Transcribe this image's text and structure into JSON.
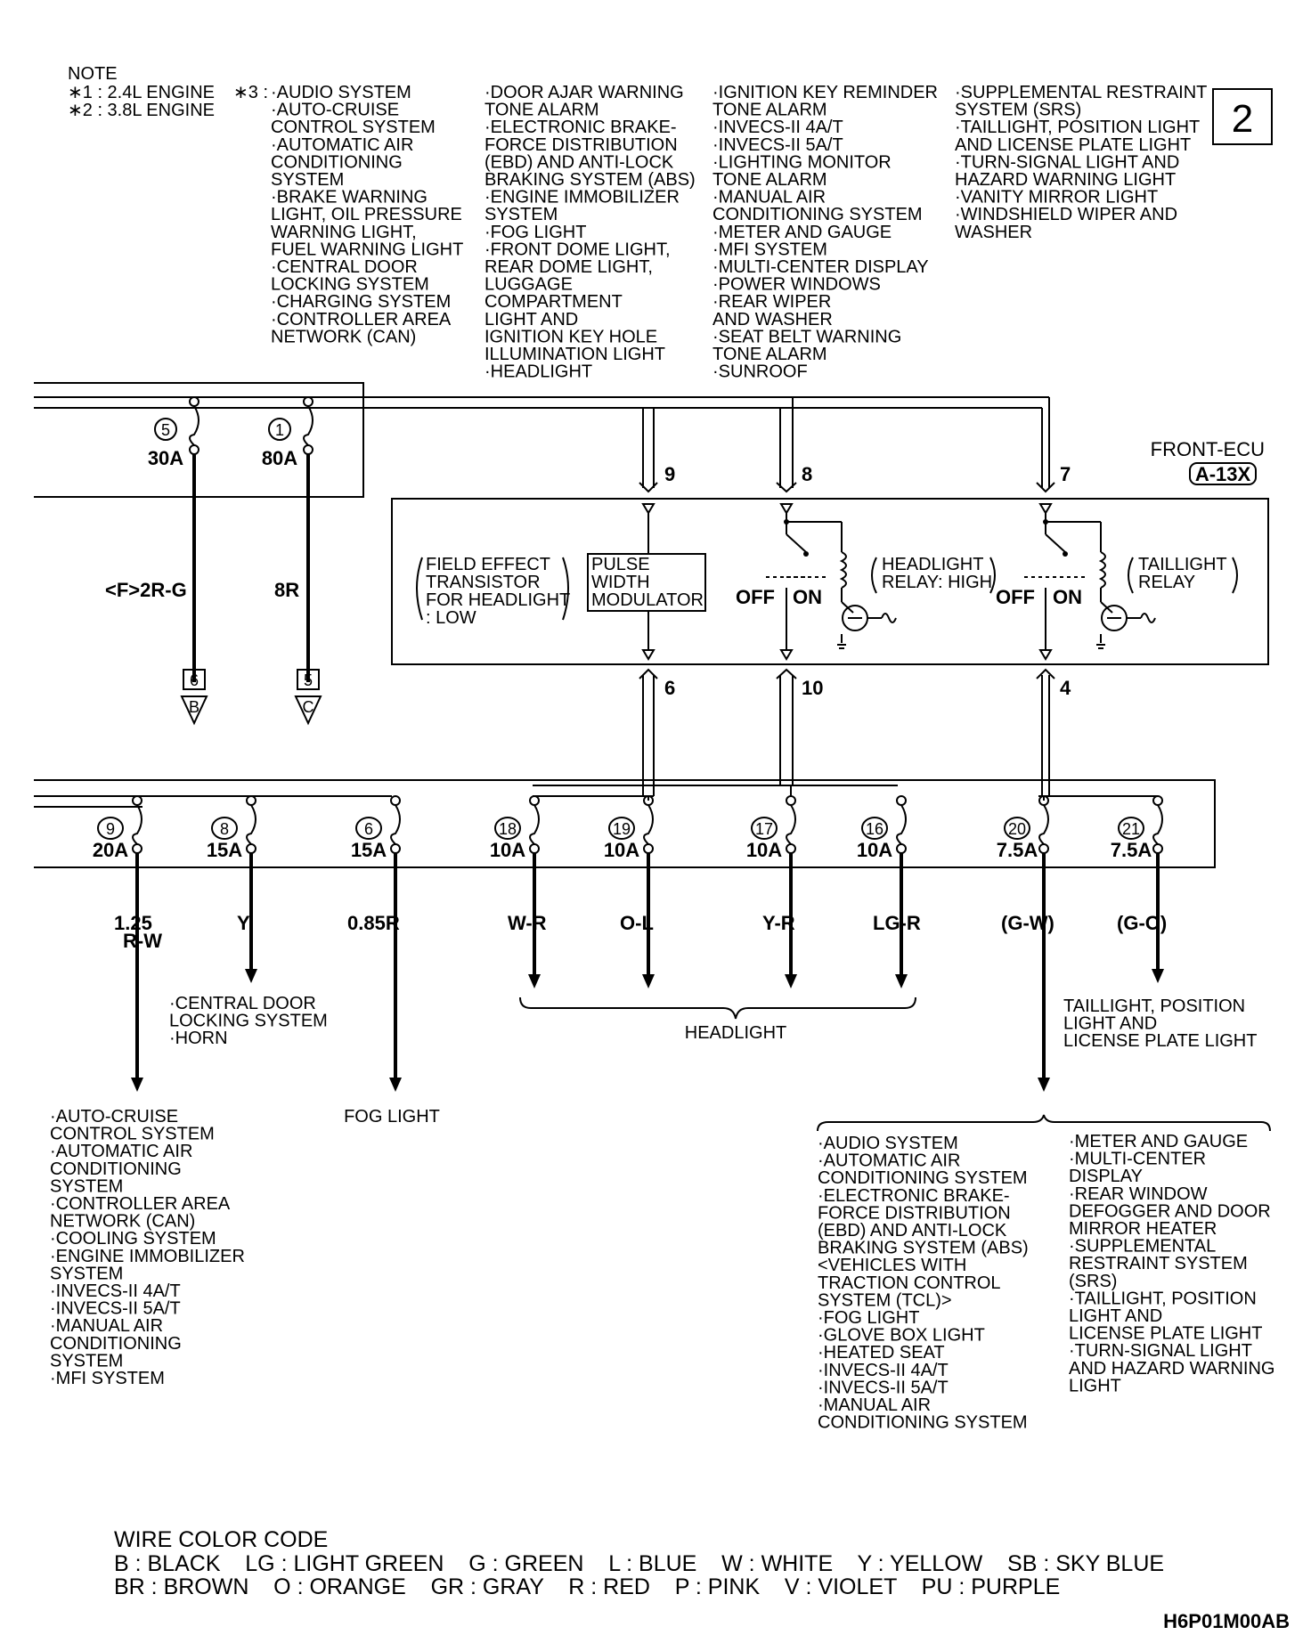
{
  "note": {
    "title": "NOTE",
    "star1": "∗1 : 2.4L ENGINE",
    "star2": "∗2 : 3.8L ENGINE",
    "star3_label": "∗3 :",
    "col1": [
      "·AUDIO SYSTEM",
      "·AUTO-CRUISE",
      " CONTROL SYSTEM",
      "·AUTOMATIC AIR",
      " CONDITIONING",
      " SYSTEM",
      "·BRAKE WARNING",
      " LIGHT, OIL PRESSURE",
      " WARNING LIGHT,",
      " FUEL WARNING LIGHT",
      "·CENTRAL DOOR",
      " LOCKING SYSTEM",
      "·CHARGING SYSTEM",
      "·CONTROLLER AREA",
      " NETWORK (CAN)"
    ],
    "col2": [
      "·DOOR AJAR WARNING",
      " TONE ALARM",
      "·ELECTRONIC BRAKE-",
      " FORCE DISTRIBUTION",
      " (EBD) AND ANTI-LOCK",
      " BRAKING SYSTEM (ABS)",
      "·ENGINE IMMOBILIZER",
      " SYSTEM",
      "·FOG LIGHT",
      "·FRONT DOME LIGHT,",
      " REAR DOME LIGHT,",
      " LUGGAGE",
      " COMPARTMENT",
      " LIGHT AND",
      " IGNITION KEY HOLE",
      " ILLUMINATION LIGHT",
      "·HEADLIGHT"
    ],
    "col3": [
      "·IGNITION KEY REMINDER",
      " TONE ALARM",
      "·INVECS-II 4A/T",
      "·INVECS-II 5A/T",
      "·LIGHTING MONITOR",
      " TONE ALARM",
      "·MANUAL AIR",
      " CONDITIONING SYSTEM",
      "·METER AND GAUGE",
      "·MFI SYSTEM",
      "·MULTI-CENTER DISPLAY",
      "·POWER WINDOWS",
      "·REAR WIPER",
      " AND WASHER",
      "·SEAT BELT WARNING",
      " TONE ALARM",
      "·SUNROOF"
    ],
    "col4": [
      "·SUPPLEMENTAL RESTRAINT",
      " SYSTEM (SRS)",
      "·TAILLIGHT, POSITION LIGHT",
      " AND LICENSE PLATE LIGHT",
      "·TURN-SIGNAL LIGHT AND",
      " HAZARD WARNING LIGHT",
      "·VANITY MIRROR LIGHT",
      "·WINDSHIELD WIPER AND",
      " WASHER"
    ]
  },
  "page_box": "2",
  "top_fuses": [
    {
      "num": "5",
      "amp": "30A",
      "wire": "<F>2R-G",
      "conn_num": "6",
      "conn_letter": "B"
    },
    {
      "num": "1",
      "amp": "80A",
      "wire": "8R",
      "conn_num": "5",
      "conn_letter": "C"
    }
  ],
  "ecu": {
    "title": "FRONT-ECU",
    "connector": "A-13X",
    "pins_top": [
      "9",
      "8",
      "7"
    ],
    "pins_bottom": [
      "6",
      "10",
      "4"
    ],
    "fet_label": [
      "FIELD EFFECT",
      "TRANSISTOR",
      "FOR HEADLIGHT",
      ": LOW"
    ],
    "pwm_label": [
      "PULSE",
      "WIDTH",
      "MODULATOR"
    ],
    "relay_high": [
      "HEADLIGHT",
      "RELAY: HIGH"
    ],
    "relay_tail": [
      "TAILLIGHT",
      "RELAY"
    ],
    "off": "OFF",
    "on": "ON"
  },
  "fuses": [
    {
      "num": "9",
      "amp": "20A",
      "wire": "1.25",
      "wire2": "R-W"
    },
    {
      "num": "8",
      "amp": "15A",
      "wire": "Y",
      "wire2": ""
    },
    {
      "num": "6",
      "amp": "15A",
      "wire": "0.85R",
      "wire2": ""
    },
    {
      "num": "18",
      "amp": "10A",
      "wire": "W-R",
      "wire2": ""
    },
    {
      "num": "19",
      "amp": "10A",
      "wire": "O-L",
      "wire2": ""
    },
    {
      "num": "17",
      "amp": "10A",
      "wire": "Y-R",
      "wire2": ""
    },
    {
      "num": "16",
      "amp": "10A",
      "wire": "LG-R",
      "wire2": ""
    },
    {
      "num": "20",
      "amp": "7.5A",
      "wire": "(G-W)",
      "wire2": ""
    },
    {
      "num": "21",
      "amp": "7.5A",
      "wire": "(G-O)",
      "wire2": ""
    }
  ],
  "dest": {
    "fuse8": [
      "·CENTRAL DOOR",
      " LOCKING SYSTEM",
      "·HORN"
    ],
    "fuse9": [
      "·AUTO-CRUISE",
      " CONTROL SYSTEM",
      "·AUTOMATIC AIR",
      " CONDITIONING",
      " SYSTEM",
      "·CONTROLLER AREA",
      " NETWORK (CAN)",
      "·COOLING SYSTEM",
      "·ENGINE IMMOBILIZER",
      " SYSTEM",
      "·INVECS-II 4A/T",
      "·INVECS-II 5A/T",
      "·MANUAL AIR",
      " CONDITIONING",
      " SYSTEM",
      "·MFI SYSTEM"
    ],
    "fog": "FOG LIGHT",
    "headlight": "HEADLIGHT",
    "tail": [
      "TAILLIGHT, POSITION",
      "LIGHT AND",
      "LICENSE PLATE LIGHT"
    ],
    "g_w_col1": [
      "·AUDIO SYSTEM",
      "·AUTOMATIC AIR",
      " CONDITIONING SYSTEM",
      "·ELECTRONIC BRAKE-",
      " FORCE DISTRIBUTION",
      " (EBD) AND ANTI-LOCK",
      " BRAKING SYSTEM (ABS)",
      " <VEHICLES WITH",
      " TRACTION CONTROL",
      " SYSTEM (TCL)>",
      "·FOG LIGHT",
      "·GLOVE BOX LIGHT",
      "·HEATED SEAT",
      "·INVECS-II 4A/T",
      "·INVECS-II 5A/T",
      "·MANUAL AIR",
      " CONDITIONING SYSTEM"
    ],
    "g_w_col2": [
      "·METER AND GAUGE",
      "·MULTI-CENTER",
      " DISPLAY",
      "·REAR WINDOW",
      " DEFOGGER AND DOOR",
      " MIRROR HEATER",
      "·SUPPLEMENTAL",
      " RESTRAINT SYSTEM",
      " (SRS)",
      "·TAILLIGHT, POSITION",
      " LIGHT AND",
      " LICENSE PLATE LIGHT",
      "·TURN-SIGNAL LIGHT",
      " AND HAZARD WARNING",
      " LIGHT"
    ]
  },
  "wire_color": {
    "title": "WIRE COLOR CODE",
    "line1": "B : BLACK    LG : LIGHT GREEN    G : GREEN    L : BLUE    W : WHITE    Y : YELLOW    SB : SKY BLUE",
    "line2": "BR : BROWN    O : ORANGE    GR : GRAY    R : RED    P : PINK    V : VIOLET    PU : PURPLE"
  },
  "figure_code": "H6P01M00AB"
}
